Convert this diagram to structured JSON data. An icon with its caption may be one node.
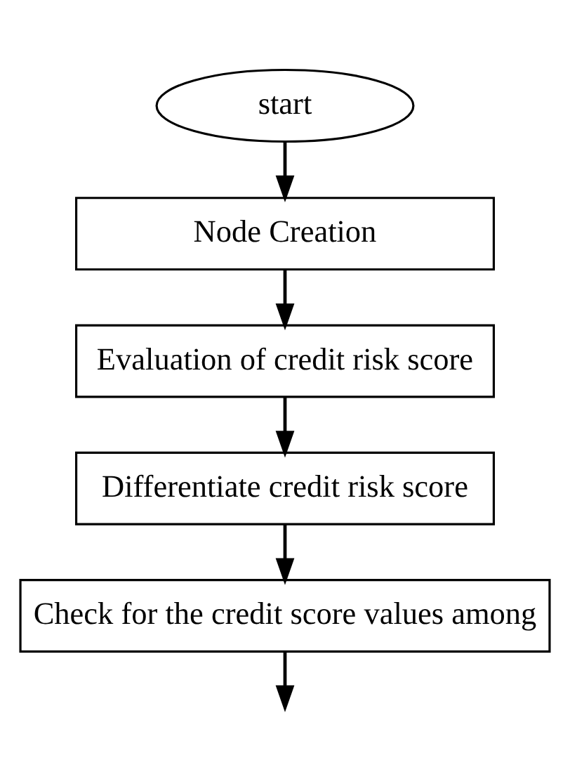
{
  "diagram": {
    "nodes": [
      {
        "text": [
          "start"
        ]
      },
      {
        "text": [
          "Node Creation"
        ]
      },
      {
        "text": [
          "Evaluation of credit risk score"
        ]
      },
      {
        "text": [
          "Differentiate credit risk score"
        ]
      },
      {
        "text": [
          "Check for the credit score values among"
        ]
      }
    ],
    "edges": [
      {
        "from": 0,
        "to": 1,
        "arrow": "to"
      },
      {
        "from": 1,
        "to": 2,
        "arrow": "to"
      },
      {
        "from": 2,
        "to": 3,
        "arrow": "to"
      },
      {
        "from": 3,
        "to": 4,
        "arrow": "to"
      },
      {
        "from": 4,
        "to": null,
        "arrow": "to"
      }
    ]
  }
}
